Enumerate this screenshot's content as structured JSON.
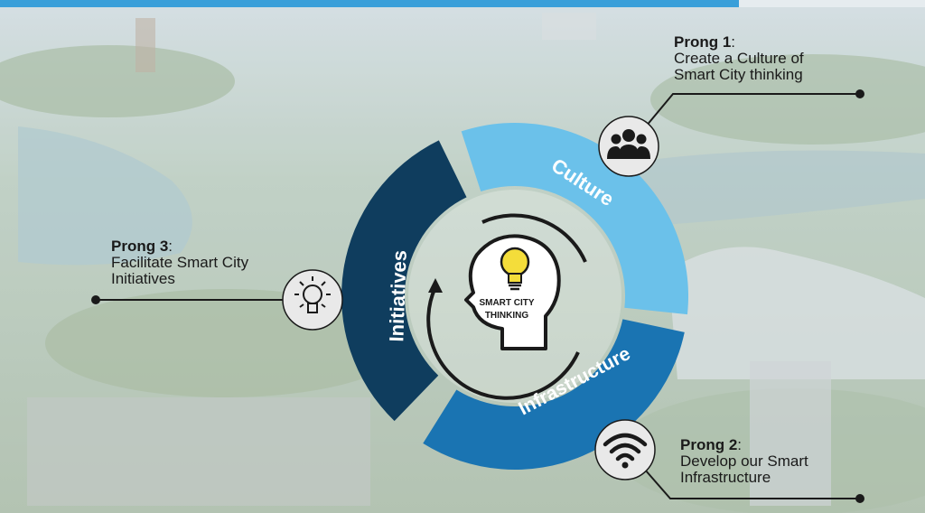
{
  "colors": {
    "topbar": "#3a9fd9",
    "culture": "#6bc1ea",
    "infrastructure": "#1a74b2",
    "initiatives": "#0f3d5e",
    "icon_circle": "#e9e9e9",
    "dark": "#1a1a1a"
  },
  "center": {
    "line1": "SMART CITY",
    "line2": "THINKING"
  },
  "segments": {
    "culture": "Culture",
    "infrastructure": "Infrastructure",
    "initiatives": "Initiatives"
  },
  "prongs": [
    {
      "title": "Prong 1",
      "text": "Create a Culture of\nSmart City thinking",
      "icon": "people-group-icon"
    },
    {
      "title": "Prong 2",
      "text": "Develop our Smart\nInfrastructure",
      "icon": "wifi-icon"
    },
    {
      "title": "Prong 3",
      "text": "Facilitate Smart City\nInitiatives",
      "icon": "lightbulb-icon"
    }
  ]
}
